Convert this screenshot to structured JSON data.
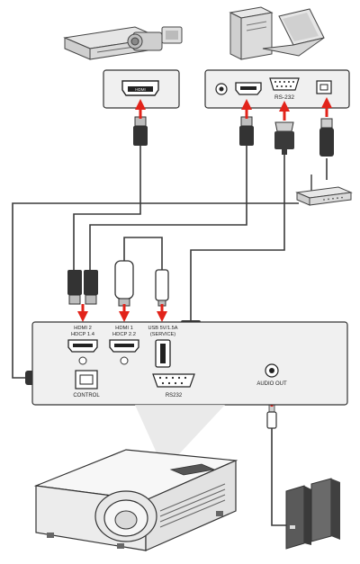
{
  "source_panel_left": {
    "hdmi_port_label": "HDMI"
  },
  "source_panel_right": {
    "rs232_label": "RS-232"
  },
  "projector_panel": {
    "hdmi2_line1": "HDMI 2",
    "hdmi2_line2": "HDCP 1.4",
    "hdmi1_line1": "HDMI 1",
    "hdmi1_line2": "HDCP 2.2",
    "usb_line1": "USB 5V/1.5A",
    "usb_line2": "(SERVICE)",
    "control_label": "CONTROL",
    "rs232_label": "RS232",
    "audio_out_label": "AUDIO OUT"
  },
  "colors": {
    "arrow": "#e2231a",
    "cable": "#3a3a3a",
    "panel_fill": "#f0f0f0",
    "panel_stroke": "#333333",
    "device_fill": "#dcdcdc"
  }
}
